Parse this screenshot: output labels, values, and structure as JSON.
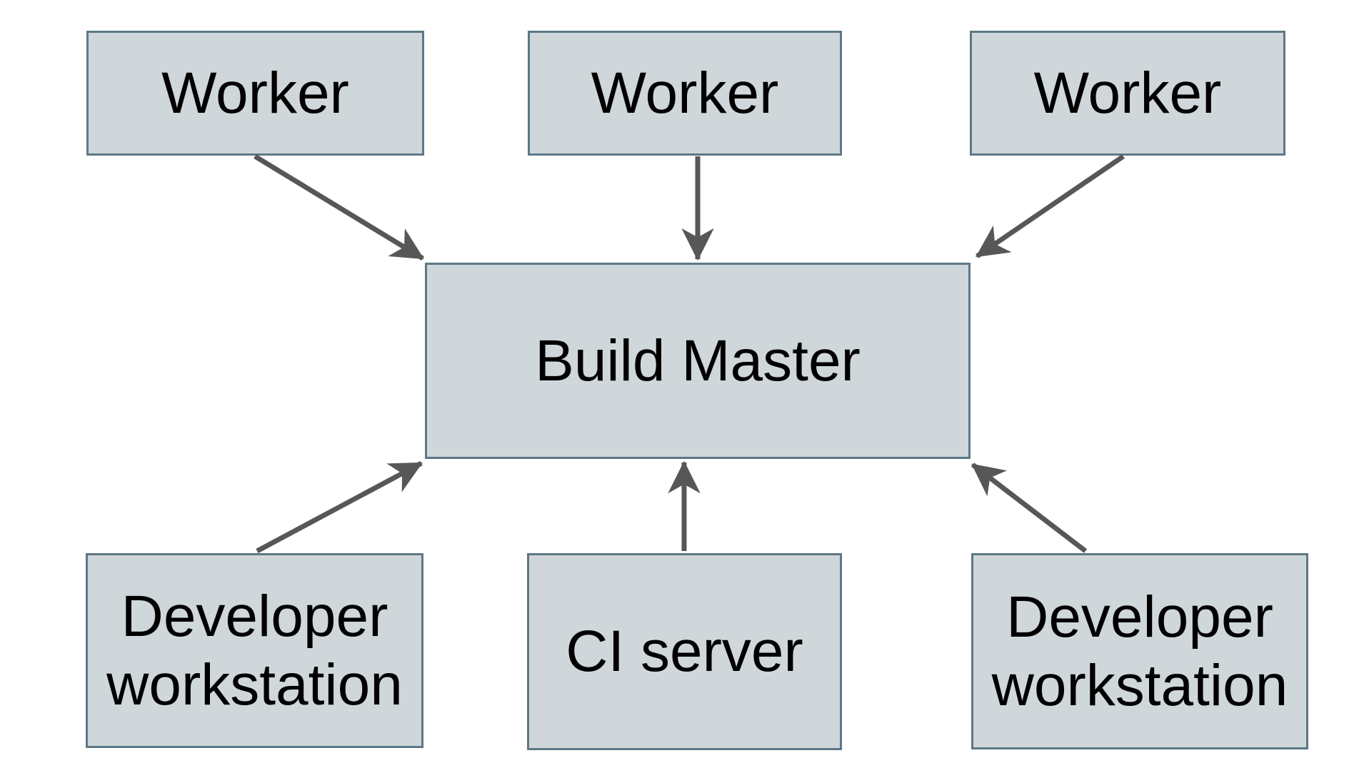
{
  "diagram": {
    "background": "#ffffff"
  },
  "colors": {
    "node_fill": "#cfd7da",
    "node_border": "#5d7886",
    "node_text": "#000000",
    "arrow_color": "#575757"
  },
  "nodes": [
    {
      "id": "worker-1",
      "label": "Worker"
    },
    {
      "id": "worker-2",
      "label": "Worker"
    },
    {
      "id": "worker-3",
      "label": "Worker"
    },
    {
      "id": "build-master",
      "label": "Build Master"
    },
    {
      "id": "developer-workstation-left",
      "label": "Developer\nworkstation"
    },
    {
      "id": "ci-server",
      "label": "CI server"
    },
    {
      "id": "developer-workstation-right",
      "label": "Developer\nworkstation"
    }
  ],
  "edges": [
    {
      "from": "worker-1",
      "to": "build-master"
    },
    {
      "from": "worker-2",
      "to": "build-master"
    },
    {
      "from": "worker-3",
      "to": "build-master"
    },
    {
      "from": "developer-workstation-left",
      "to": "build-master"
    },
    {
      "from": "ci-server",
      "to": "build-master"
    },
    {
      "from": "developer-workstation-right",
      "to": "build-master"
    }
  ]
}
